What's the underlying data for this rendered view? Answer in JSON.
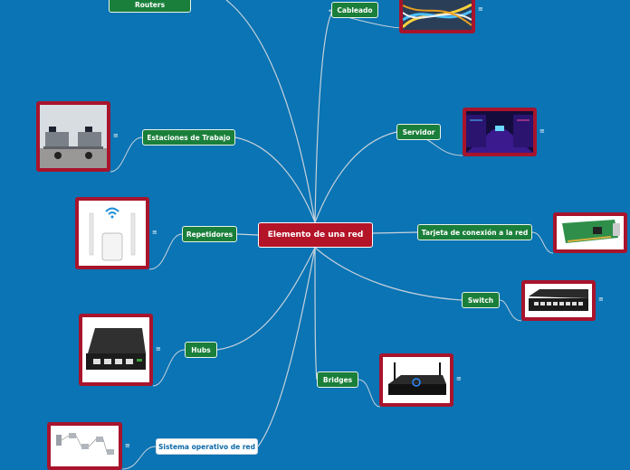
{
  "central": {
    "label": "Elemento de una red"
  },
  "topics": {
    "routers": "Routers",
    "cableado": "Cableado",
    "estaciones": "Estaciones de Trabajo",
    "servidor": "Servidor",
    "repetidores": "Repetidores",
    "tarjeta": "Tarjeta de conexión a la red",
    "switch": "Switch",
    "hubs": "Hubs",
    "bridges": "Bridges",
    "sistema": "Sistema operativo de red"
  },
  "note_glyph": "≡",
  "colors": {
    "background": "#0a74b4",
    "topic": "#1a7f3a",
    "central": "#b41428",
    "image_frame": "#a8142c",
    "connector": "#c8d2dc"
  },
  "icons": {
    "cableado": "network-cables-image",
    "estaciones": "workstations-office-image",
    "servidor": "server-room-image",
    "repetidores": "wifi-repeater-image",
    "tarjeta": "network-card-image",
    "switch": "network-switch-image",
    "hubs": "network-hub-image",
    "bridges": "wireless-bridge-image",
    "sistema": "network-diagram-image"
  }
}
